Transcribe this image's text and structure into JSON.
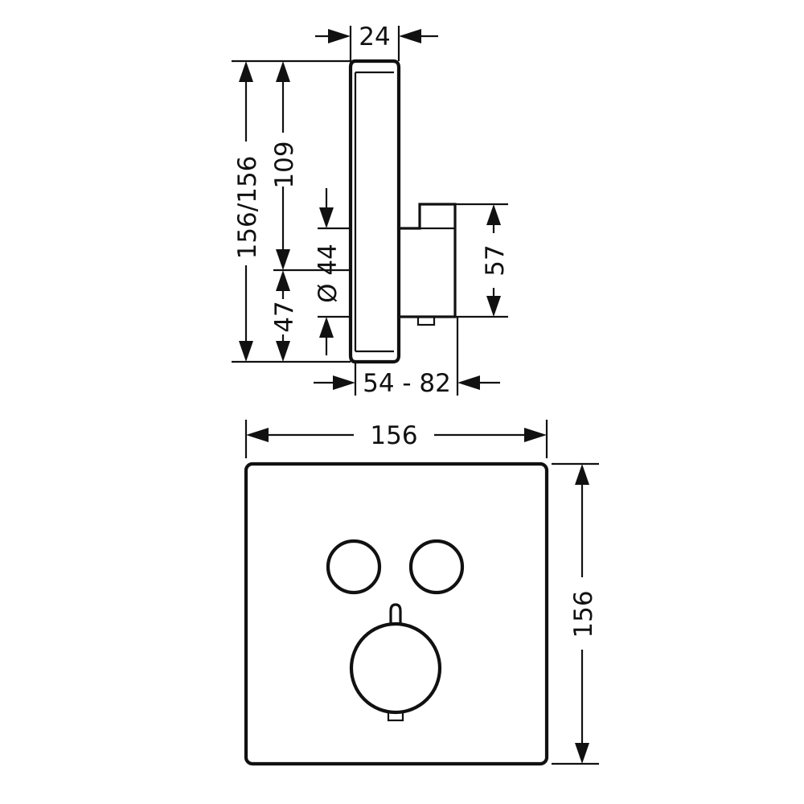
{
  "side_view": {
    "depth_top": "24",
    "total_height": "156/156",
    "upper_height": "109",
    "button_diameter": "Ø 44",
    "lower_height": "47",
    "body_height": "57",
    "depth_range": "54 - 82"
  },
  "front_view": {
    "width": "156",
    "height": "156"
  }
}
